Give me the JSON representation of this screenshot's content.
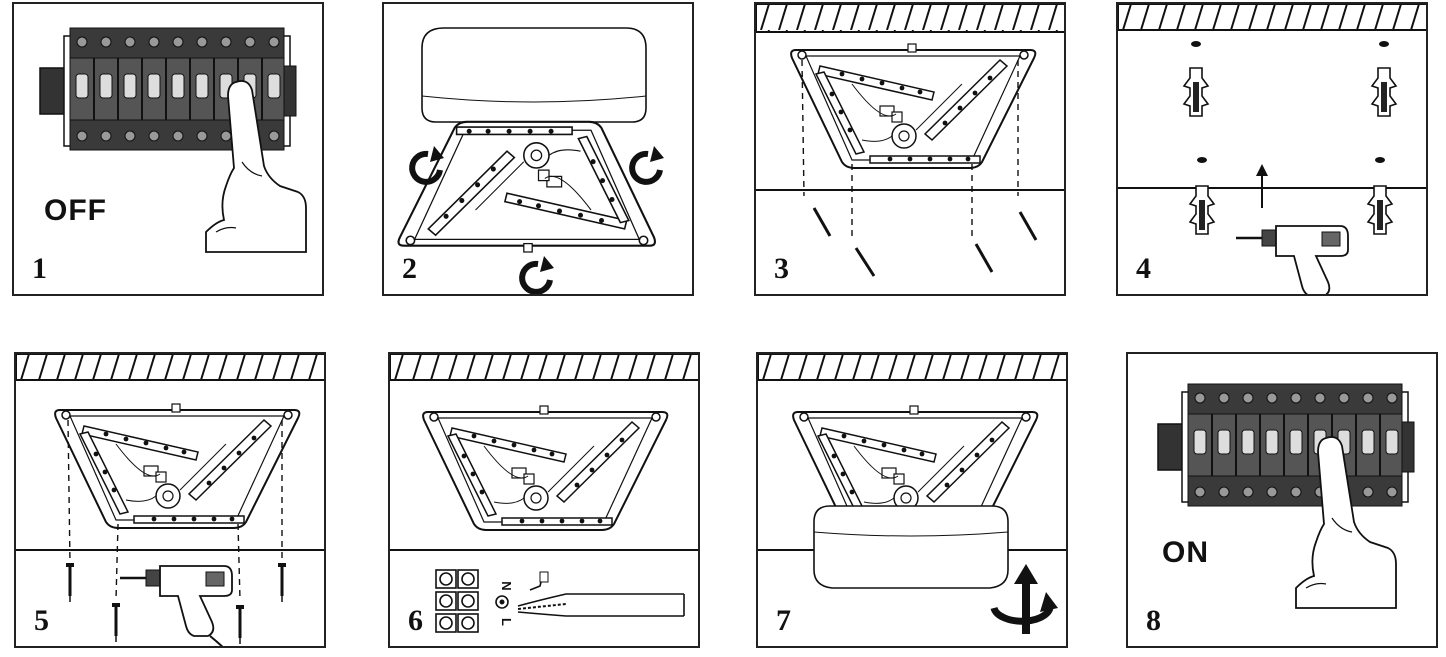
{
  "steps": [
    {
      "number": "1",
      "label": "OFF"
    },
    {
      "number": "2"
    },
    {
      "number": "3"
    },
    {
      "number": "4"
    },
    {
      "number": "5"
    },
    {
      "number": "6",
      "terminals": [
        "N",
        "L"
      ]
    },
    {
      "number": "7"
    },
    {
      "number": "8",
      "label": "ON"
    }
  ],
  "icons": [
    "circuit-breaker-icon",
    "hand-icon",
    "lamp-cover-icon",
    "rotate-arrow-icon",
    "ceiling-icon",
    "lamp-base-icon",
    "screw-icon",
    "wall-plug-icon",
    "drill-icon",
    "terminal-block-icon",
    "cable-icon"
  ]
}
